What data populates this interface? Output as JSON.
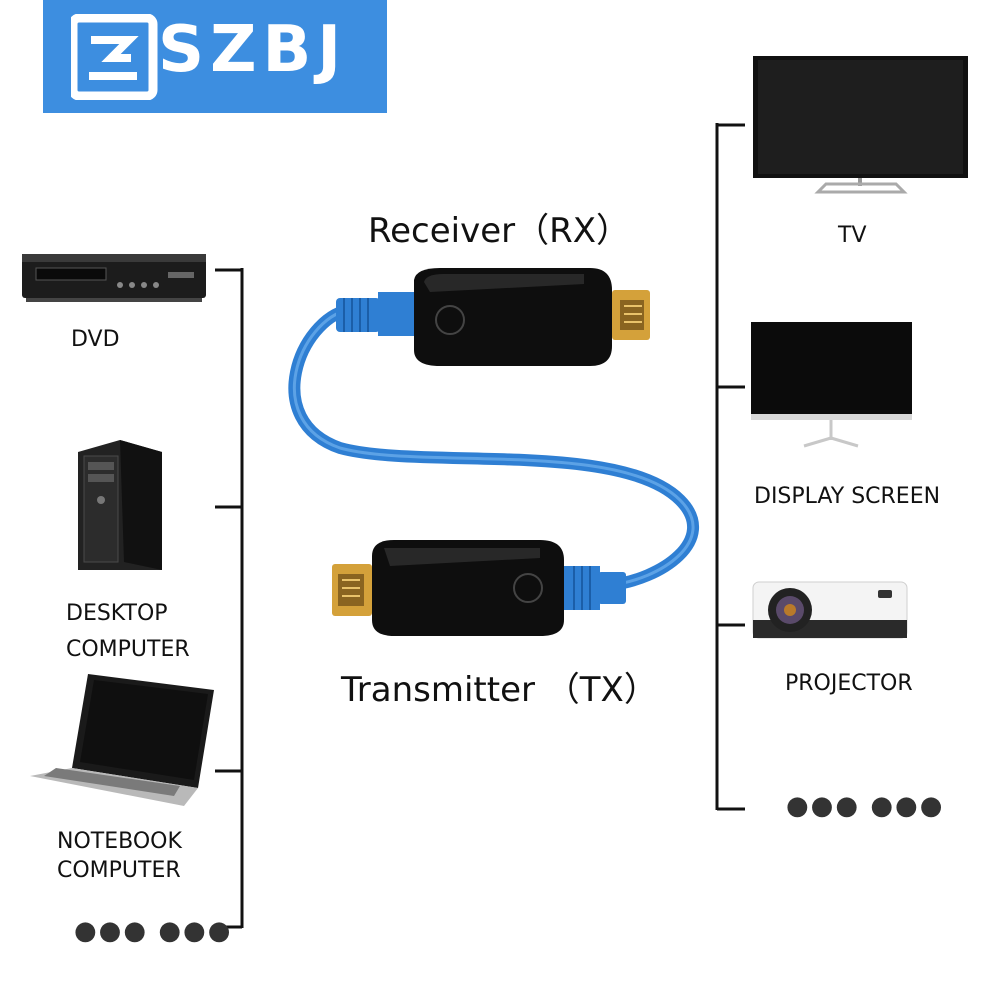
{
  "brand": {
    "name": "SZBJ",
    "color": "#3d8ee0"
  },
  "diagram": {
    "receiver_label": "Receiver（RX）",
    "transmitter_label": "Transmitter （TX）",
    "cable_color": "#2f7fd3"
  },
  "sources": {
    "items": [
      {
        "label_lines": [
          "DVD"
        ],
        "icon": "dvd-player-icon"
      },
      {
        "label_lines": [
          "DESKTOP",
          "COMPUTER"
        ],
        "icon": "desktop-tower-icon"
      },
      {
        "label_lines": [
          "NOTEBOOK",
          "COMPUTER"
        ],
        "icon": "laptop-icon"
      }
    ],
    "more": "●●● ●●●"
  },
  "displays": {
    "items": [
      {
        "label": "TV",
        "icon": "tv-icon"
      },
      {
        "label": "DISPLAY SCREEN",
        "icon": "monitor-icon"
      },
      {
        "label": "PROJECTOR",
        "icon": "projector-icon"
      }
    ],
    "more": "●●● ●●●"
  }
}
